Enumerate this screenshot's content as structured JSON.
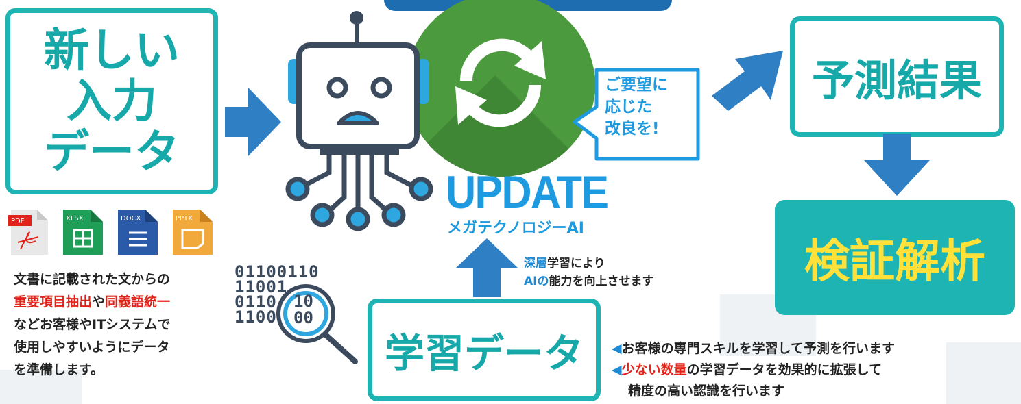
{
  "input_box": {
    "lines": [
      "新しい",
      "入力",
      "データ"
    ]
  },
  "file_icons": [
    {
      "label": "PDF",
      "color": "#e8e8e8",
      "tag_color": "#e2231a",
      "icon": "pdf-icon"
    },
    {
      "label": "XLSX",
      "color": "#1e9e57",
      "tag_color": "#1e9e57",
      "icon": "xlsx-icon"
    },
    {
      "label": "DOCX",
      "color": "#2b5aa8",
      "tag_color": "#2b5aa8",
      "icon": "docx-icon"
    },
    {
      "label": "PPTX",
      "color": "#f2a93b",
      "tag_color": "#f2a93b",
      "icon": "pptx-icon"
    }
  ],
  "doc_caption": {
    "line1": "文書に記載された文からの",
    "line2_red1": "重要項目抽出",
    "line2_mid": "や",
    "line2_red2": "同義語統一",
    "line3": "などお客様やITシステムで",
    "line4": "使用しやすいようにデータ",
    "line5": "を準備します。"
  },
  "update": {
    "title": "UPDATE",
    "subtitle": "メガテクノロジーAI",
    "bubble_lines": [
      "ご要望に",
      "応じた",
      "改良を!"
    ]
  },
  "binary_lines": [
    "01100110",
    "11001",
    "0110",
    "1100"
  ],
  "magnifier_digits": [
    "10",
    "00"
  ],
  "deep_learning": {
    "line1_blue": "深層",
    "line1_black": "学習により",
    "line2_blue": "AIの",
    "line2_black1": "能",
    "line2_black2": "力を向上させます"
  },
  "training_box": {
    "label": "学習データ"
  },
  "notes": {
    "line1": "お客様の専門スキルを学習して予測を行います",
    "line2_red": "少ない数量",
    "line2_rest": "の学習データを効果的に拡張して",
    "line3": "精度の高い認識を行います"
  },
  "result_box": {
    "label": "予測結果"
  },
  "verify_box": {
    "label": "検証解析"
  },
  "colors": {
    "teal": "#1fb4b4",
    "blue_arrow": "#2f7fc5",
    "green_circle": "#4c9a3e",
    "robot_dark": "#3c4a5e",
    "robot_accent": "#2ea6e0",
    "red": "#e2231a",
    "update_blue": "#1e9be0"
  }
}
